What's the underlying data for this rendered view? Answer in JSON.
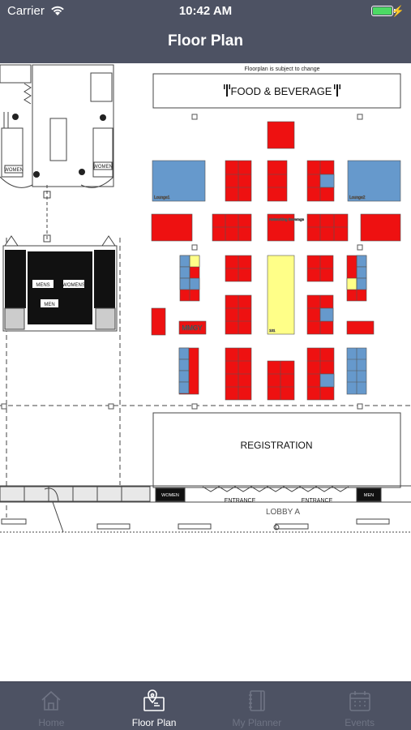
{
  "status_bar": {
    "carrier": "Carrier",
    "time": "10:42 AM",
    "battery_level": 1.0
  },
  "nav": {
    "title": "Floor Plan"
  },
  "floorplan": {
    "notice": "Floorplan is subject to change",
    "food_beverage": "FOOD & BEVERAGE",
    "registration": "REGISTRATION",
    "entrance_left": "ENTRANCE",
    "entrance_right": "ENTRANCE",
    "lobby": "LOBBY A",
    "booth_mmgy": "MMGY",
    "lounge_left": "Lounge1",
    "lounge_right": "Lounge2",
    "booth_vertical_label": "101",
    "booth_networking": "Networking Beverage",
    "womens_left": "WOMEN",
    "womens_right": "WOMEN",
    "mens_1": "MENS",
    "mens_2": "WOMENS",
    "mens_3": "MEN",
    "restroom_bottom_left": "WOMEN",
    "restroom_bottom_right": "MEN",
    "colors": {
      "booth_red": "#ee1111",
      "booth_blue": "#6699cc",
      "booth_yellow": "#ffff88",
      "line": "#333333"
    }
  },
  "tabs": [
    {
      "label": "Home",
      "icon": "home-icon",
      "active": false
    },
    {
      "label": "Floor Plan",
      "icon": "map-pin-icon",
      "active": true
    },
    {
      "label": "My Planner",
      "icon": "notebook-icon",
      "active": false
    },
    {
      "label": "Events",
      "icon": "calendar-icon",
      "active": false
    }
  ]
}
